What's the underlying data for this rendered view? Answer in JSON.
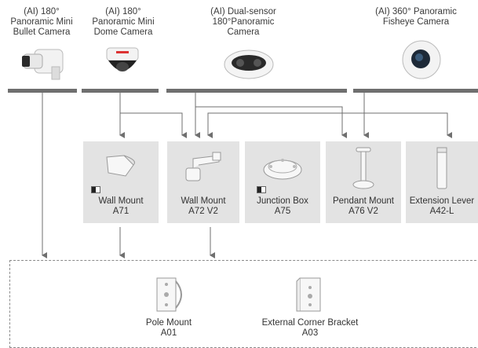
{
  "cameras": [
    {
      "name": "(AI) 180°\nPanoramic Mini\nBullet Camera"
    },
    {
      "name": "(AI) 180°\nPanoramic Mini\nDome Camera"
    },
    {
      "name": "(AI) Dual-sensor\n180°Panoramic\nCamera"
    },
    {
      "name": "(AI) 360° Panoramic\nFisheye Camera"
    }
  ],
  "mounts": [
    {
      "name": "Wall Mount\nA71"
    },
    {
      "name": "Wall Mount\nA72 V2"
    },
    {
      "name": "Junction Box\nA75"
    },
    {
      "name": "Pendant Mount\nA76 V2"
    },
    {
      "name": "Extension Lever\nA42-L"
    }
  ],
  "accessories": [
    {
      "name": "Pole Mount\nA01"
    },
    {
      "name": "External Corner Bracket\nA03"
    }
  ],
  "colors": {
    "bar": "#6f6f6f",
    "line": "#6f6f6f",
    "card": "#e3e3e3",
    "dash": "#8a8a8a"
  }
}
